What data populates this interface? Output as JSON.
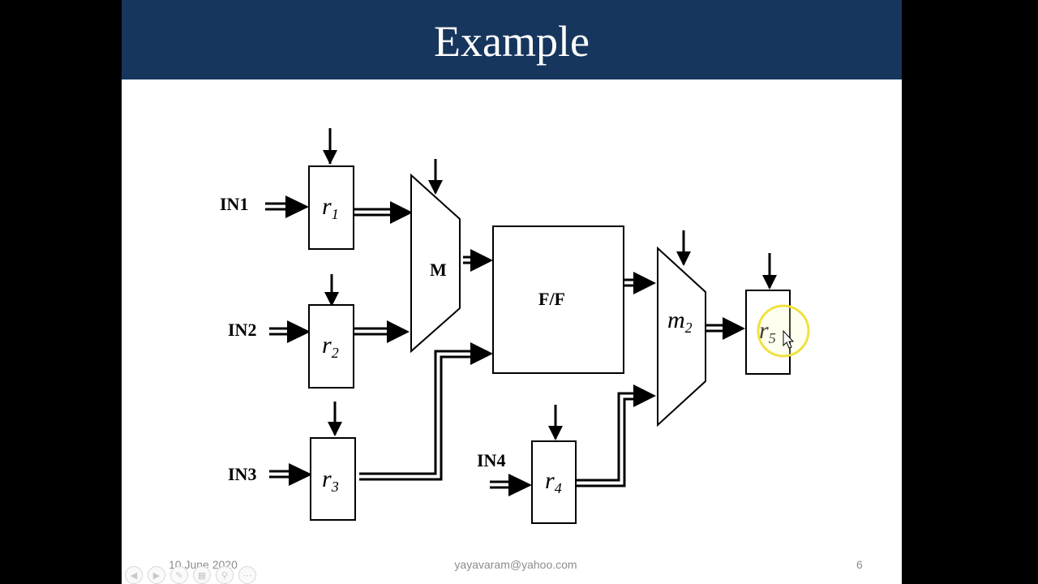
{
  "slide": {
    "title": "Example",
    "footer": {
      "date": "10 June 2020",
      "email": "yayavaram@yahoo.com",
      "page": "6"
    }
  },
  "diagram": {
    "inputs": [
      "IN1",
      "IN2",
      "IN3",
      "IN4"
    ],
    "registers": [
      {
        "base": "r",
        "sub": "1"
      },
      {
        "base": "r",
        "sub": "2"
      },
      {
        "base": "r",
        "sub": "3"
      },
      {
        "base": "r",
        "sub": "4"
      },
      {
        "base": "r",
        "sub": "5"
      }
    ],
    "mux1_label": "M",
    "mux2": {
      "base": "m",
      "sub": "2"
    },
    "ff_label": "F/F"
  },
  "player_controls": [
    "prev-icon",
    "play-icon",
    "pen-icon",
    "slides-icon",
    "zoom-icon",
    "more-icon"
  ]
}
